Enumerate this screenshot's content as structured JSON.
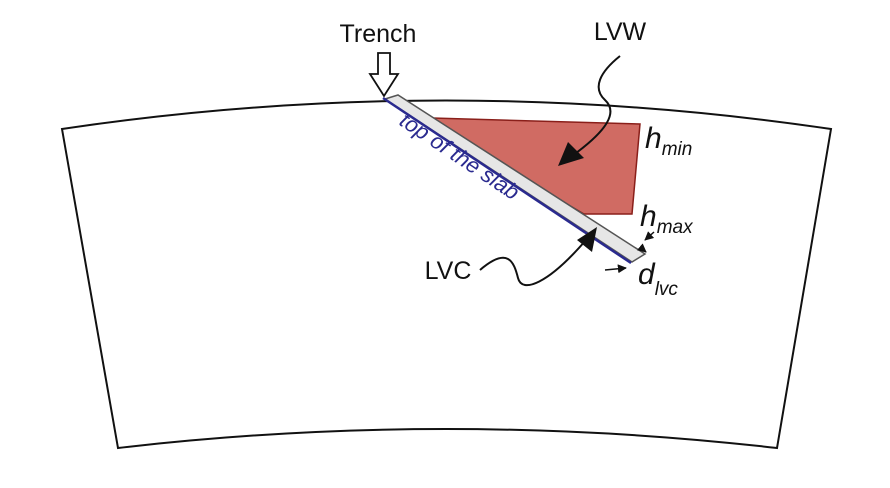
{
  "labels": {
    "trench": "Trench",
    "lvw": "LVW",
    "lvc": "LVC",
    "top_of_slab": "top of the slab",
    "h_min": {
      "base": "h",
      "sub": "min"
    },
    "h_max": {
      "base": "h",
      "sub": "max"
    },
    "d_lvc": {
      "base": "d",
      "sub": "lvc"
    }
  },
  "colors": {
    "lvw_fill": "#d06b63",
    "lvw_stroke": "#8a1f1a",
    "slab_line": "#2a2a8f",
    "slab_text": "#2a2a8f",
    "lvc_fill": "#e6e6e6",
    "outline": "#111111"
  }
}
